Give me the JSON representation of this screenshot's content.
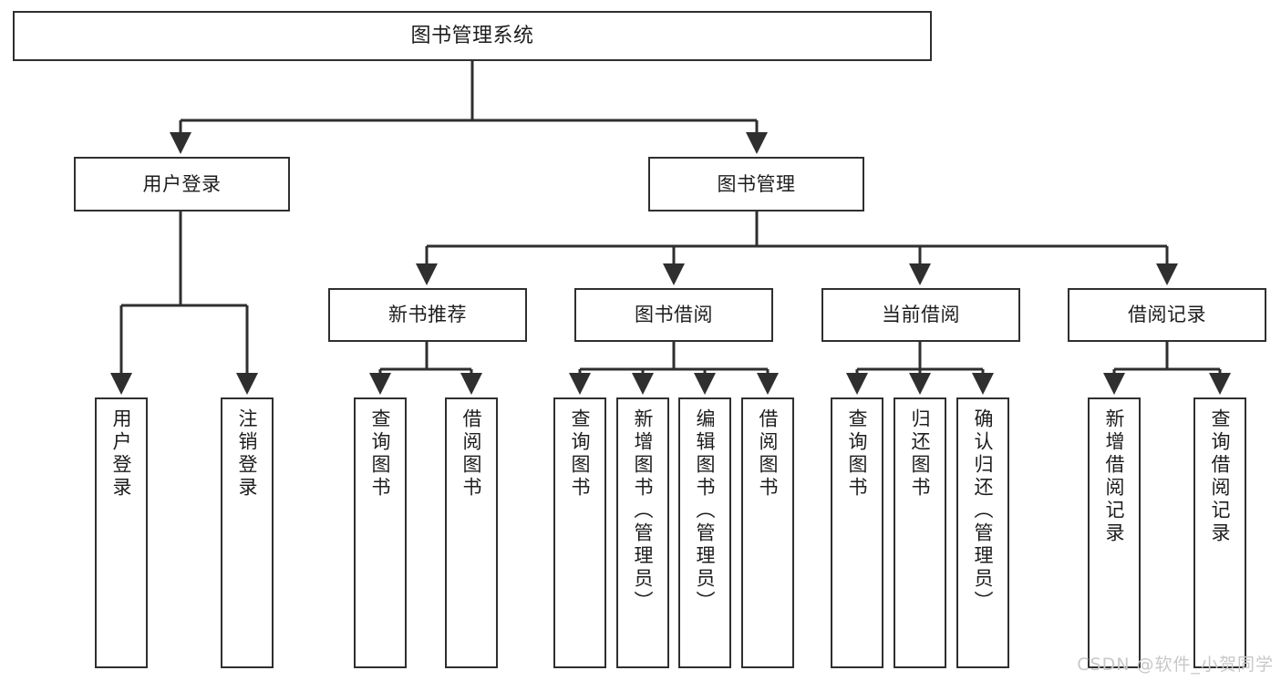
{
  "diagram": {
    "type": "tree-hierarchy",
    "title": "图书管理系统",
    "orientation": "top-down",
    "colors": {
      "node_border": "#2f2f2f",
      "node_fill": "#ffffff",
      "edge": "#2f2f2f",
      "text": "#1d1d1d",
      "watermark": "#c8c8c8",
      "background": "#ffffff"
    },
    "watermark": "CSDN @软件_小贺同学",
    "nodes": {
      "root": {
        "label": "图书管理系统"
      },
      "level2": [
        {
          "label": "用户登录"
        },
        {
          "label": "图书管理"
        }
      ],
      "level3": [
        {
          "label": "新书推荐"
        },
        {
          "label": "图书借阅"
        },
        {
          "label": "当前借阅"
        },
        {
          "label": "借阅记录"
        }
      ],
      "leaves": {
        "user_login": [
          {
            "label": "用户登录"
          },
          {
            "label": "注销登录"
          }
        ],
        "new_book_recommend": [
          {
            "label": "查询图书"
          },
          {
            "label": "借阅图书"
          }
        ],
        "book_borrow": [
          {
            "label": "查询图书"
          },
          {
            "label": "新增图书（管理员）"
          },
          {
            "label": "编辑图书（管理员）"
          },
          {
            "label": "借阅图书"
          }
        ],
        "current_borrow": [
          {
            "label": "查询图书"
          },
          {
            "label": "归还图书"
          },
          {
            "label": "确认归还（管理员）"
          }
        ],
        "borrow_record": [
          {
            "label": "新增借阅记录"
          },
          {
            "label": "查询借阅记录"
          }
        ]
      }
    }
  }
}
